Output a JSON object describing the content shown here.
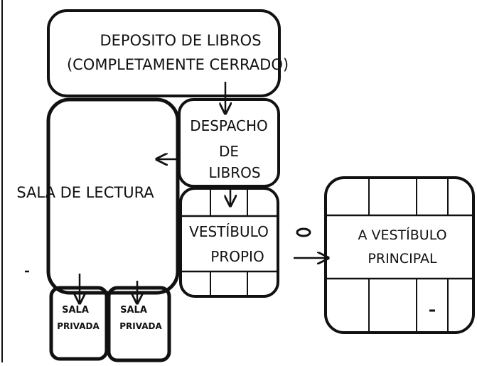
{
  "diagram": {
    "nodes": {
      "deposito": {
        "lines": [
          "DEPOSITO DE LIBROS",
          "(COMPLETAMENTE CERRADO)"
        ]
      },
      "despacho": {
        "lines": [
          "DESPACHO",
          "DE",
          "LIBROS"
        ]
      },
      "sala_lectura": {
        "lines": [
          "SALA DE LECTURA"
        ]
      },
      "vestibulo_propio": {
        "lines": [
          "VESTÍBULO",
          "PROPIO"
        ]
      },
      "vestibulo_principal": {
        "lines": [
          "A VESTÍBULO",
          "PRINCIPAL"
        ]
      },
      "sala_privada_1": {
        "lines": [
          "SALA",
          "PRIVADA"
        ]
      },
      "sala_privada_2": {
        "lines": [
          "SALA",
          "PRIVADA"
        ]
      }
    }
  }
}
